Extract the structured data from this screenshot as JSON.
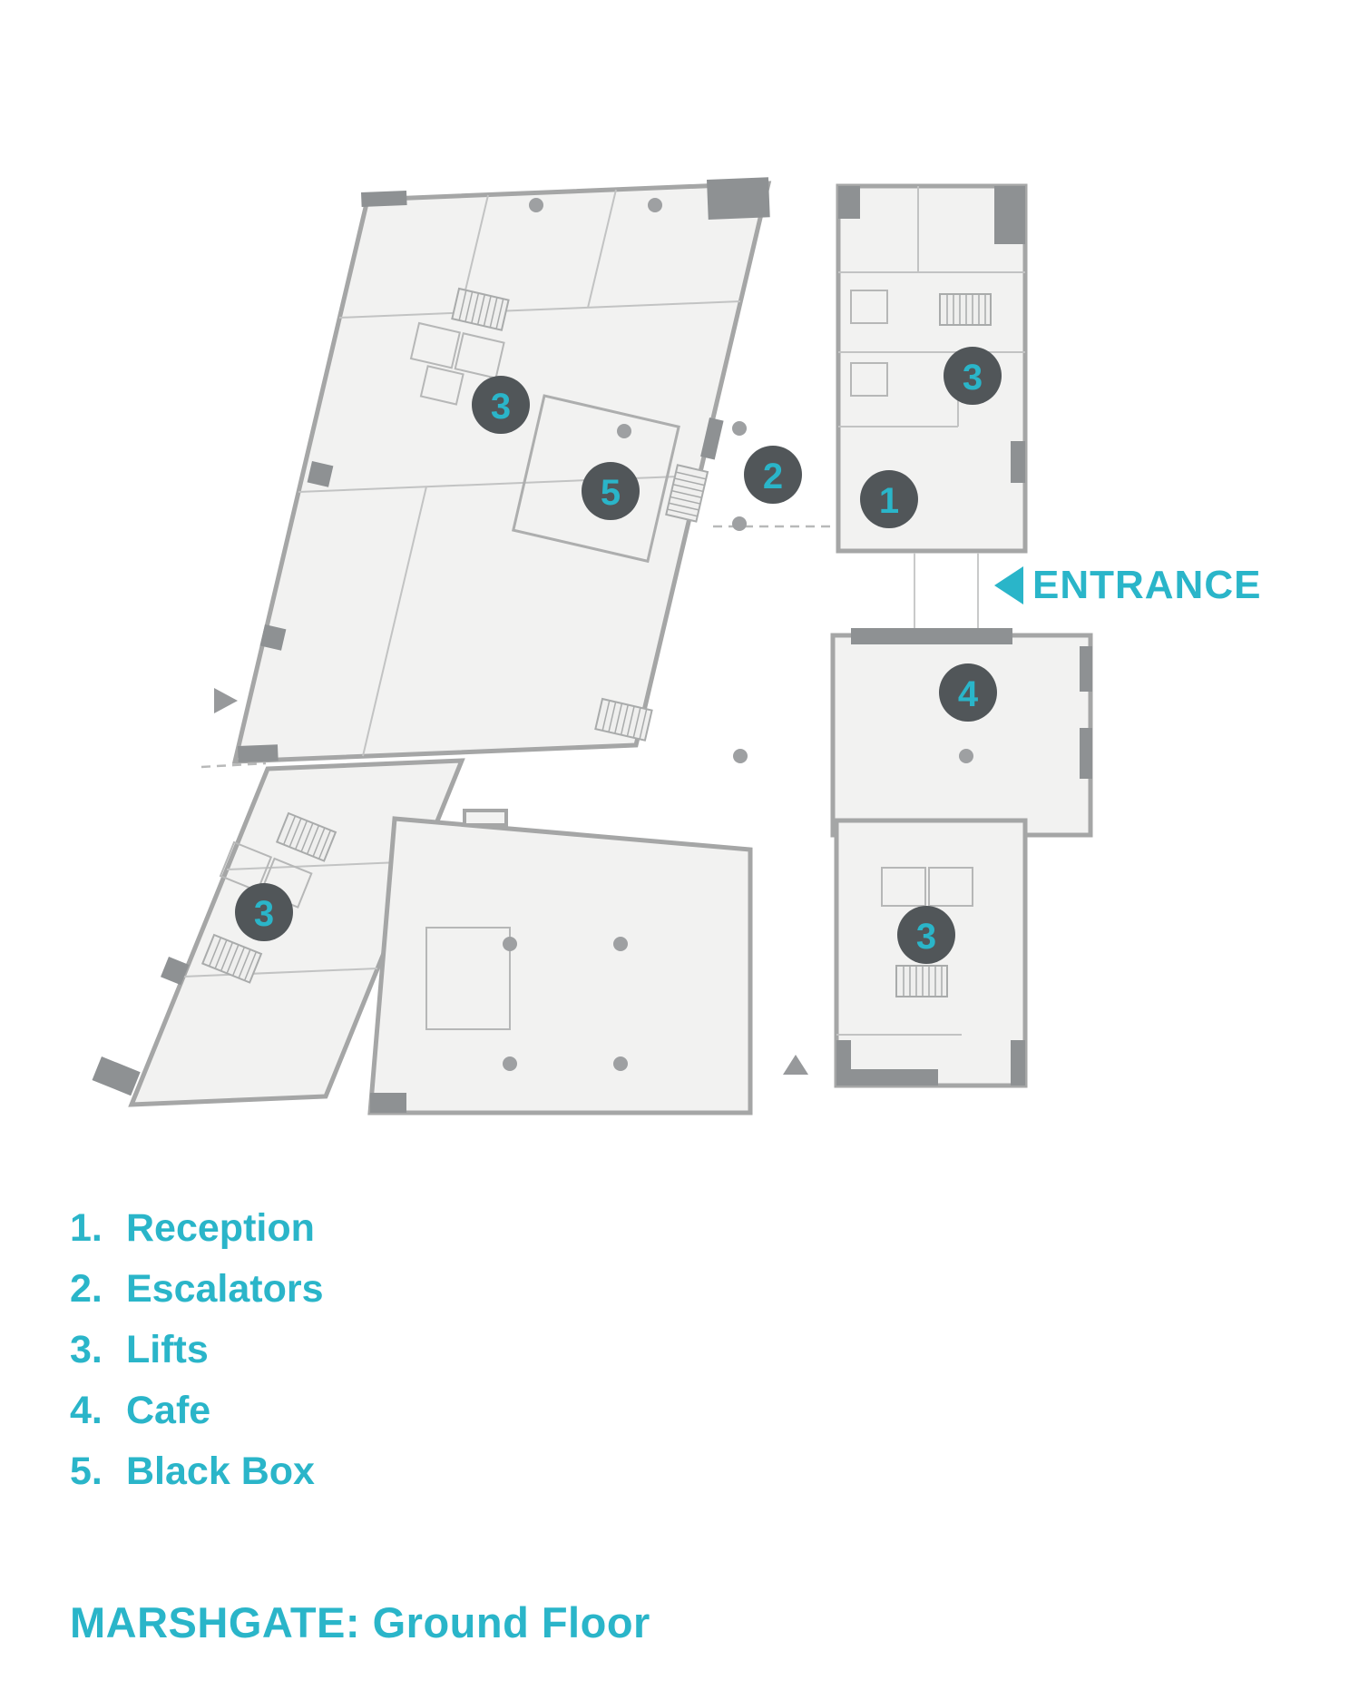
{
  "title": "MARSHGATE: Ground Floor",
  "entrance_label": "ENTRANCE",
  "legend": {
    "items": [
      {
        "num": "1.",
        "label": "Reception"
      },
      {
        "num": "2.",
        "label": "Escalators"
      },
      {
        "num": "3.",
        "label": "Lifts"
      },
      {
        "num": "4.",
        "label": "Cafe"
      },
      {
        "num": "5.",
        "label": "Black Box"
      }
    ]
  },
  "markers": [
    {
      "num": "3",
      "label": "Lifts"
    },
    {
      "num": "5",
      "label": "Black Box"
    },
    {
      "num": "2",
      "label": "Escalators"
    },
    {
      "num": "3",
      "label": "Lifts"
    },
    {
      "num": "1",
      "label": "Reception"
    },
    {
      "num": "4",
      "label": "Cafe"
    },
    {
      "num": "3",
      "label": "Lifts"
    },
    {
      "num": "3",
      "label": "Lifts"
    }
  ],
  "colors": {
    "accent_teal": "#2AB5C9",
    "marker_background": "#515659",
    "floor_fill": "#F2F2F1",
    "wall_gray": "#A5A6A6",
    "wall_dark": "#8E9193"
  }
}
